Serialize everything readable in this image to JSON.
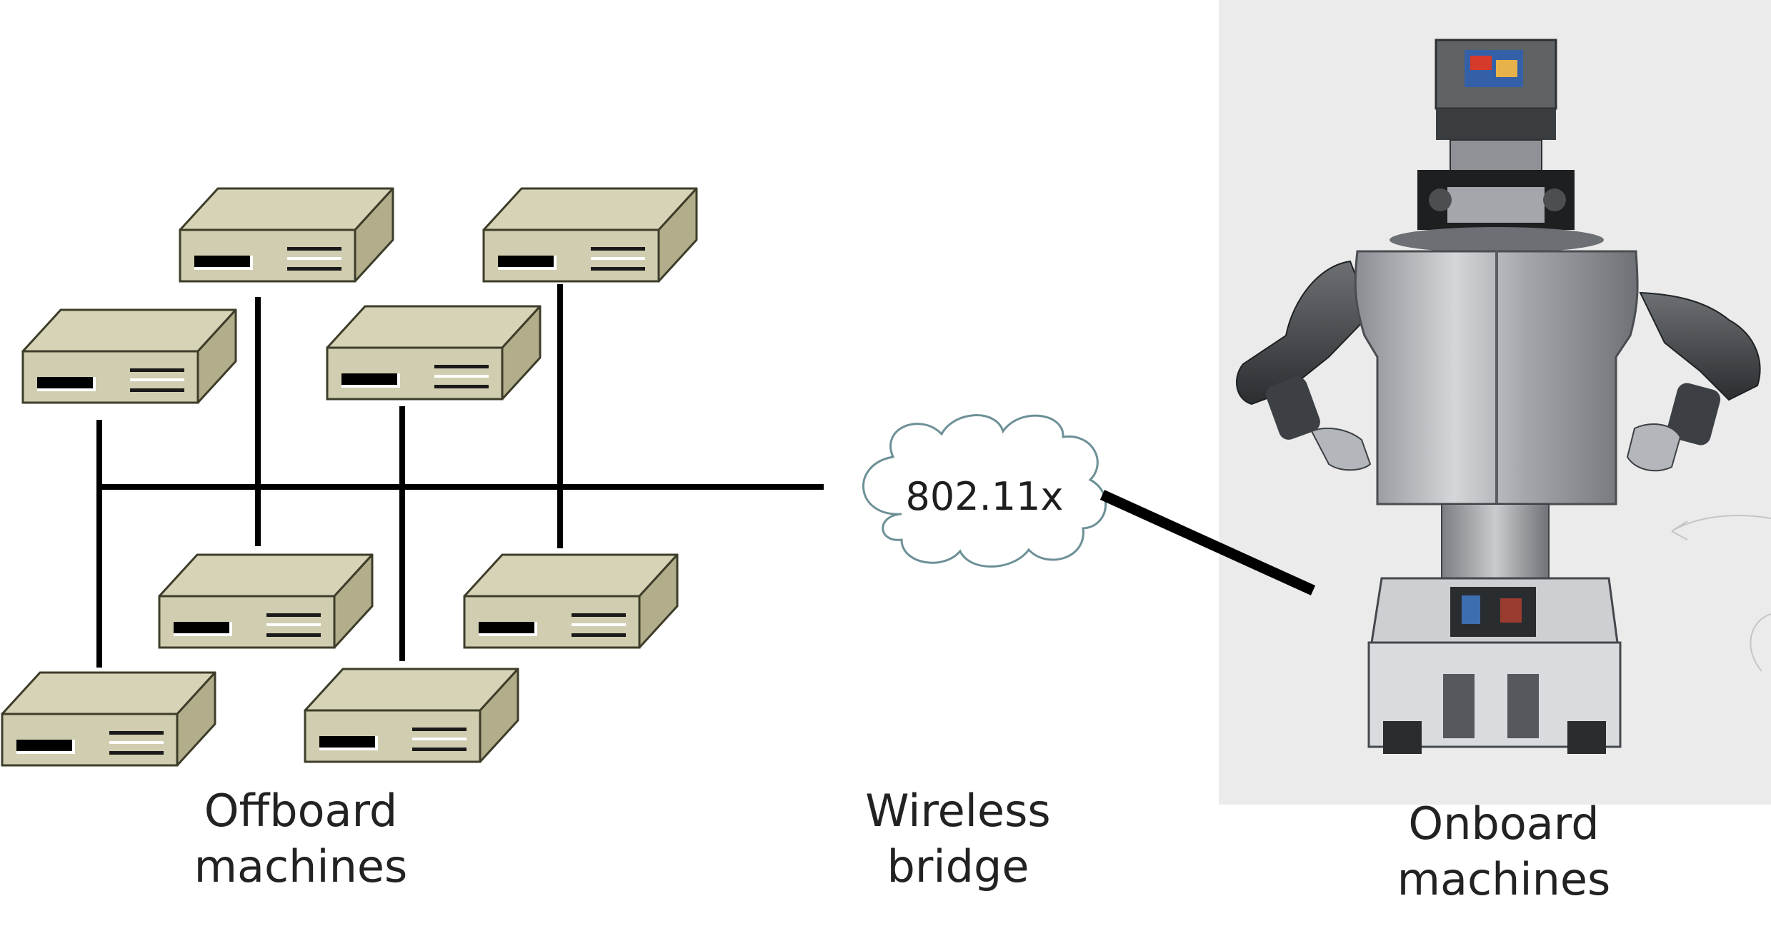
{
  "cloud": {
    "text": "802.11x"
  },
  "labels": {
    "offboard": [
      "Offboard",
      "machines"
    ],
    "wireless": [
      "Wireless",
      "bridge"
    ],
    "onboard": [
      "Onboard",
      "machines"
    ]
  },
  "colors": {
    "box_top": "#d6d3b6",
    "box_front": "#d0cdb0",
    "box_side": "#b2ad8a",
    "box_edge": "#3d3d2a",
    "wire": "#000000",
    "cloud_stroke": "#6d9096",
    "photo_bg": "#ebebeb"
  }
}
